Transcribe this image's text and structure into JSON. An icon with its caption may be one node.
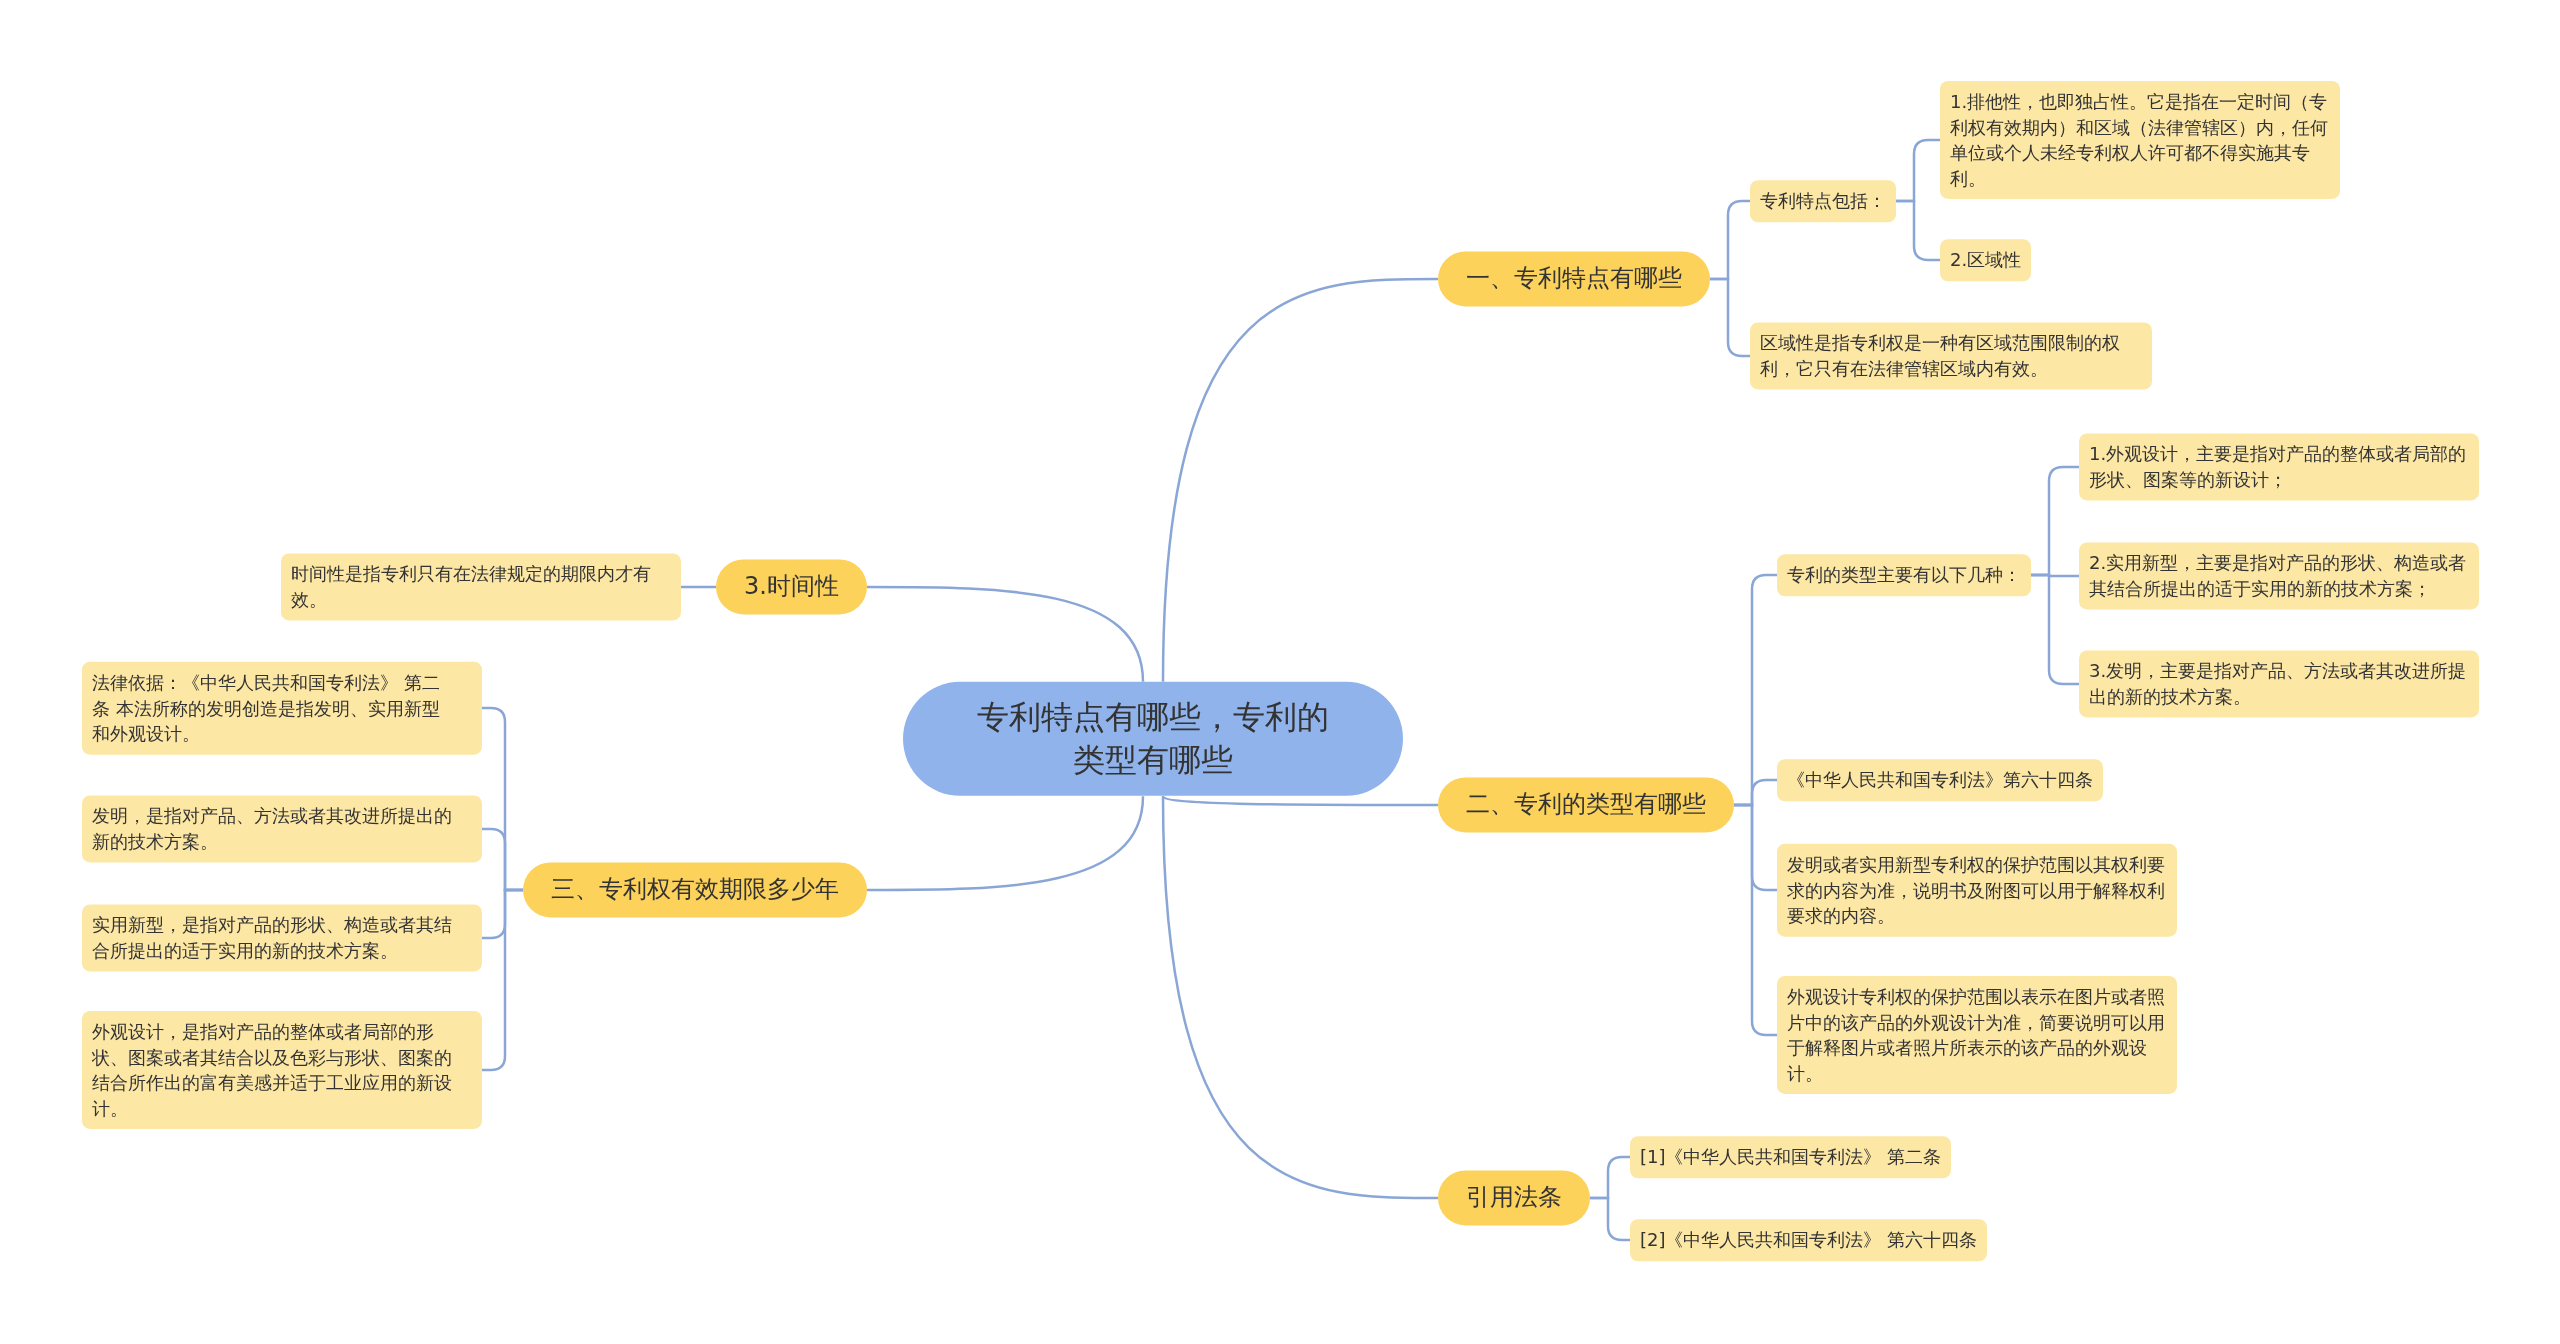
{
  "diagram": {
    "nodes": [
      {
        "text": [
          "专利特点有哪些，专利的类型有哪些"
        ]
      },
      {
        "text": [
          "一、专利特点有哪些"
        ]
      },
      {
        "text": [
          "专利特点包括："
        ]
      },
      {
        "text": [
          "1.排他性，也即独占性。它是指在一定时间（专利权有效期内）和区域（法律管辖区）内，任何单位或个人未经专利权人许可都不得实施其专利。"
        ]
      },
      {
        "text": [
          "2.区域性"
        ]
      },
      {
        "text": [
          "区域性是指专利权是一种有区域范围限制的权利，它只有在法律管辖区域内有效。"
        ]
      },
      {
        "text": [
          "二、专利的类型有哪些"
        ]
      },
      {
        "text": [
          "专利的类型主要有以下几种："
        ]
      },
      {
        "text": [
          "1.外观设计，主要是指对产品的整体或者局部的形状、图案等的新设计；"
        ]
      },
      {
        "text": [
          "2.实用新型，主要是指对产品的形状、构造或者其结合所提出的适于实用的新的技术方案；"
        ]
      },
      {
        "text": [
          "3.发明，主要是指对产品、方法或者其改进所提出的新的技术方案。"
        ]
      },
      {
        "text": [
          "《中华人民共和国专利法》第六十四条"
        ]
      },
      {
        "text": [
          "发明或者实用新型专利权的保护范围以其权利要求的内容为准，说明书及附图可以用于解释权利要求的内容。"
        ]
      },
      {
        "text": [
          "外观设计专利权的保护范围以表示在图片或者照片中的该产品的外观设计为准，简要说明可以用于解释图片或者照片所表示的该产品的外观设计。"
        ]
      },
      {
        "text": [
          "引用法条"
        ]
      },
      {
        "text": [
          "[1]《中华人民共和国专利法》 第二条"
        ]
      },
      {
        "text": [
          "[2]《中华人民共和国专利法》 第六十四条"
        ]
      },
      {
        "text": [
          "3.时间性"
        ]
      },
      {
        "text": [
          "时间性是指专利只有在法律规定的期限内才有效。"
        ]
      },
      {
        "text": [
          "三、专利权有效期限多少年"
        ]
      },
      {
        "text": [
          "法律依据：《中华人民共和国专利法》 第二条 本法所称的发明创造是指发明、实用新型和外观设计。"
        ]
      },
      {
        "text": [
          "发明，是指对产品、方法或者其改进所提出的新的技术方案。"
        ]
      },
      {
        "text": [
          "实用新型，是指对产品的形状、构造或者其结合所提出的适于实用的新的技术方案。"
        ]
      },
      {
        "text": [
          "外观设计，是指对产品的整体或者局部的形状、图案或者其结合以及色彩与形状、图案的结合所作出的富有美感并适于工业应用的新设计。"
        ]
      }
    ],
    "edges": [
      {
        "from": 0,
        "to": 1,
        "arrow": "none"
      },
      {
        "from": 1,
        "to": 2,
        "arrow": "none"
      },
      {
        "from": 2,
        "to": 3,
        "arrow": "none"
      },
      {
        "from": 2,
        "to": 4,
        "arrow": "none"
      },
      {
        "from": 1,
        "to": 5,
        "arrow": "none"
      },
      {
        "from": 0,
        "to": 6,
        "arrow": "none"
      },
      {
        "from": 6,
        "to": 7,
        "arrow": "none"
      },
      {
        "from": 7,
        "to": 8,
        "arrow": "none"
      },
      {
        "from": 7,
        "to": 9,
        "arrow": "none"
      },
      {
        "from": 7,
        "to": 10,
        "arrow": "none"
      },
      {
        "from": 6,
        "to": 11,
        "arrow": "none"
      },
      {
        "from": 6,
        "to": 12,
        "arrow": "none"
      },
      {
        "from": 6,
        "to": 13,
        "arrow": "none"
      },
      {
        "from": 0,
        "to": 14,
        "arrow": "none"
      },
      {
        "from": 14,
        "to": 15,
        "arrow": "none"
      },
      {
        "from": 14,
        "to": 16,
        "arrow": "none"
      },
      {
        "from": 0,
        "to": 17,
        "arrow": "none"
      },
      {
        "from": 17,
        "to": 18,
        "arrow": "none"
      },
      {
        "from": 0,
        "to": 19,
        "arrow": "none"
      },
      {
        "from": 19,
        "to": 20,
        "arrow": "none"
      },
      {
        "from": 19,
        "to": 21,
        "arrow": "none"
      },
      {
        "from": 19,
        "to": 22,
        "arrow": "none"
      },
      {
        "from": 19,
        "to": 23,
        "arrow": "none"
      }
    ]
  }
}
